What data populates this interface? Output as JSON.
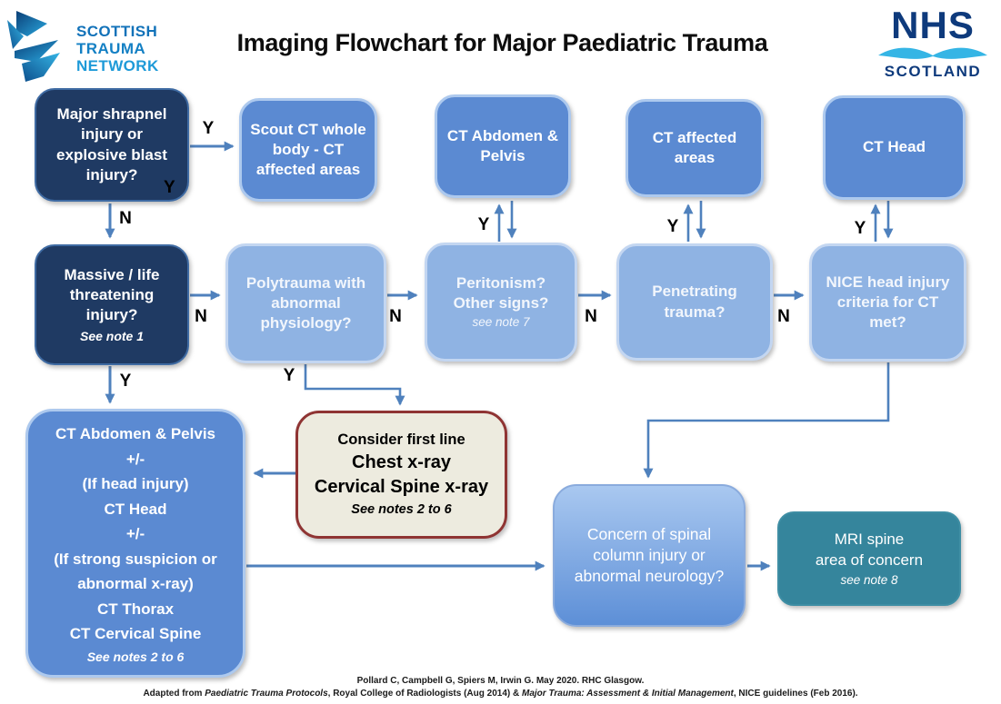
{
  "header": {
    "title": "Imaging Flowchart for Major Paediatric Trauma",
    "stn_logo_lines": [
      "SCOTTISH",
      "TRAUMA",
      "NETWORK"
    ],
    "nhs_logo": {
      "nhs": "NHS",
      "region": "SCOTLAND"
    }
  },
  "nodes": {
    "shrapnel": {
      "text": "Major shrapnel injury or explosive blast injury?",
      "inner_label": "Y"
    },
    "scout_ct": {
      "text": "Scout CT whole body - CT affected areas"
    },
    "ct_abdomen_pelvis": {
      "text": "CT Abdomen & Pelvis"
    },
    "ct_affected_areas": {
      "text": "CT affected areas"
    },
    "ct_head": {
      "text": "CT Head"
    },
    "massive": {
      "text": "Massive / life threatening injury?",
      "note": "See note 1"
    },
    "polytrauma": {
      "text": "Polytrauma with abnormal physiology?"
    },
    "peritonism": {
      "line1": "Peritonism?",
      "line2": "Other signs?",
      "note": "see note 7"
    },
    "penetrating": {
      "text": "Penetrating trauma?"
    },
    "nice": {
      "text": "NICE head injury criteria for CT met?"
    },
    "ct_protocol": {
      "lines": [
        "CT Abdomen & Pelvis",
        "+/-",
        "(If head injury)",
        "CT Head",
        "+/-",
        "(If strong suspicion or abnormal x-ray)",
        "CT Thorax",
        "CT Cervical Spine"
      ],
      "note": "See notes 2 to 6"
    },
    "first_line": {
      "line1": "Consider first line",
      "line2": "Chest x-ray",
      "line3": "Cervical Spine x-ray",
      "note": "See notes 2 to 6"
    },
    "spinal_concern": {
      "text": "Concern of spinal column injury or abnormal neurology?"
    },
    "mri_spine": {
      "line1": "MRI spine",
      "line2": "area of concern",
      "note": "see note 8"
    }
  },
  "edge_labels": {
    "shrapnel_yes": "Y",
    "shrapnel_no": "N",
    "massive_no": "N",
    "massive_yes": "Y",
    "polytrauma_no": "N",
    "polytrauma_yes": "Y",
    "peritonism_yes": "Y",
    "peritonism_no": "N",
    "penetrating_yes": "Y",
    "penetrating_no": "N",
    "nice_yes": "Y"
  },
  "footer": {
    "line1": "Pollard C, Campbell G, Spiers M, Irwin G. May 2020. RHC Glasgow.",
    "line2_pre": "Adapted from ",
    "line2_italic1": "Paediatric Trauma Protocols",
    "line2_mid": ", Royal College of Radiologists (Aug 2014) & ",
    "line2_italic2": "Major Trauma: Assessment & Initial Management",
    "line2_post": ", NICE guidelines (Feb 2016)."
  },
  "colors": {
    "dark_box": "#1f3a63",
    "action_box": "#5b8ad2",
    "question_box": "#8fb3e3",
    "concern_gradient_top": "#a9c8f0",
    "concern_gradient_bottom": "#5d8fd7",
    "cream_fill": "#edebdf",
    "cream_border": "#8f3433",
    "teal_box": "#35859c",
    "arrow": "#4f81bd",
    "nhs_blue": "#0e3a7c",
    "nhs_light_blue": "#35b5e5",
    "stn_blue": "#1480c4"
  }
}
